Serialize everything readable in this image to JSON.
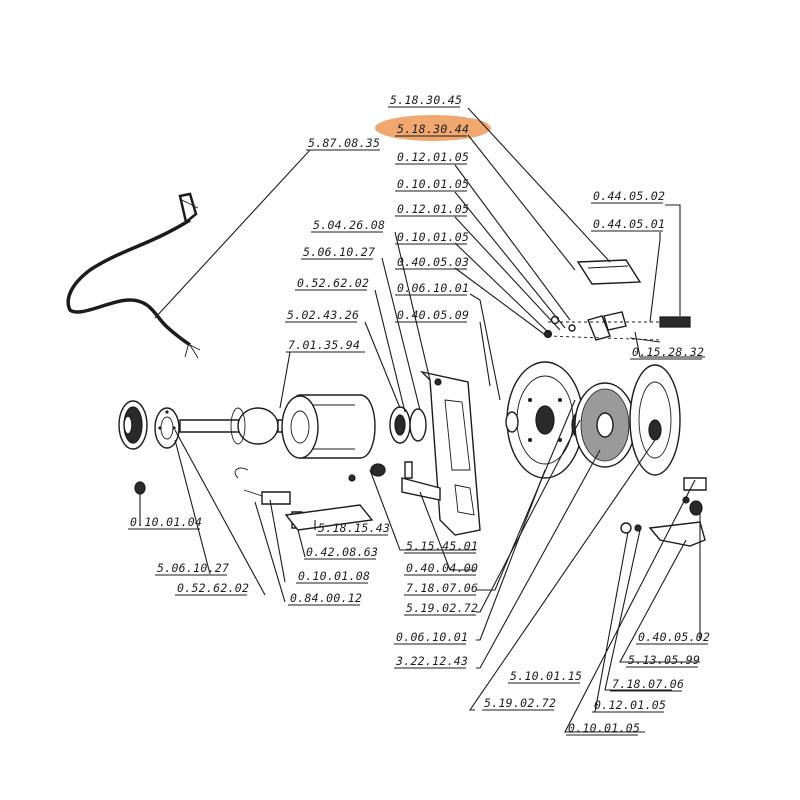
{
  "highlight_color": "#f0a870",
  "labels": [
    {
      "id": "l1",
      "text": "5.18.30.45"
    },
    {
      "id": "l2",
      "text": "5.18.30.44",
      "highlighted": true
    },
    {
      "id": "l3",
      "text": "5.87.08.35"
    },
    {
      "id": "l4",
      "text": "0.12.01.05"
    },
    {
      "id": "l5",
      "text": "0.10.01.05"
    },
    {
      "id": "l6",
      "text": "0.12.01.05"
    },
    {
      "id": "l7",
      "text": "0.44.05.02"
    },
    {
      "id": "l8",
      "text": "0.44.05.01"
    },
    {
      "id": "l9",
      "text": "5.04.26.08"
    },
    {
      "id": "l10",
      "text": "0.10.01.05"
    },
    {
      "id": "l11",
      "text": "5.06.10.27"
    },
    {
      "id": "l12",
      "text": "0.40.05.03"
    },
    {
      "id": "l13",
      "text": "0.52.62.02"
    },
    {
      "id": "l14",
      "text": "0.06.10.01"
    },
    {
      "id": "l15",
      "text": "5.02.43.26"
    },
    {
      "id": "l16",
      "text": "0.40.05.09"
    },
    {
      "id": "l17",
      "text": "7.01.35.94"
    },
    {
      "id": "l18",
      "text": "0.15.28.32"
    },
    {
      "id": "l19",
      "text": "0.10.01.04"
    },
    {
      "id": "l20",
      "text": "5.18.15.43"
    },
    {
      "id": "l21",
      "text": "0.42.08.63"
    },
    {
      "id": "l22",
      "text": "5.15.45.01"
    },
    {
      "id": "l23",
      "text": "0.10.01.08"
    },
    {
      "id": "l24",
      "text": "0.40.04.00"
    },
    {
      "id": "l25",
      "text": "5.06.10.27"
    },
    {
      "id": "l26",
      "text": "7.18.07.06"
    },
    {
      "id": "l27",
      "text": "0.52.62.02"
    },
    {
      "id": "l28",
      "text": "0.84.00.12"
    },
    {
      "id": "l29",
      "text": "5.19.02.72"
    },
    {
      "id": "l30",
      "text": "0.06.10.01"
    },
    {
      "id": "l31",
      "text": "0.40.05.02"
    },
    {
      "id": "l32",
      "text": "3.22.12.43"
    },
    {
      "id": "l33",
      "text": "5.13.05.99"
    },
    {
      "id": "l34",
      "text": "5.10.01.15"
    },
    {
      "id": "l35",
      "text": "7.18.07.06"
    },
    {
      "id": "l36",
      "text": "5.19.02.72"
    },
    {
      "id": "l37",
      "text": "0.12.01.05"
    },
    {
      "id": "l38",
      "text": "0.10.01.05"
    }
  ]
}
